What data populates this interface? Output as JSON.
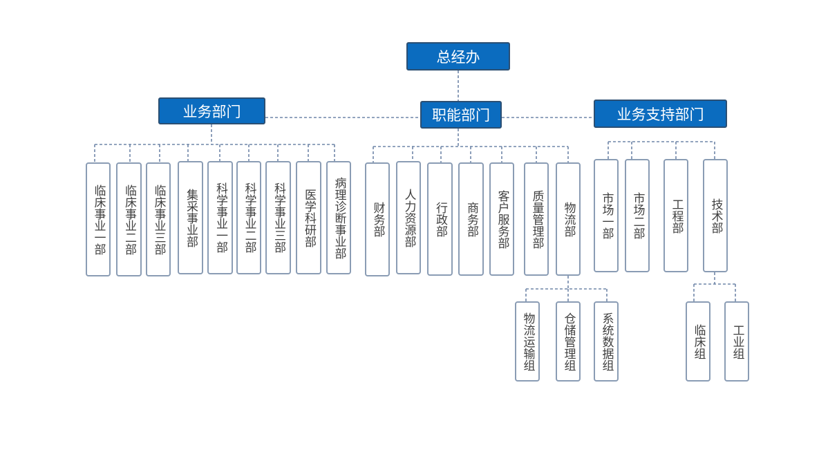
{
  "root": {
    "label": "总经办"
  },
  "groups": {
    "business": {
      "label": "业务部门",
      "children": [
        "临床事业一部",
        "临床事业二部",
        "临床事业三部",
        "集采事业部",
        "科学事业一部",
        "科学事业二部",
        "科学事业三部",
        "医学科研部",
        "病理诊断事业部"
      ]
    },
    "functional": {
      "label": "职能部门",
      "children": [
        "财务部",
        "人力资源部",
        "行政部",
        "商务部",
        "客户服务部",
        "质量管理部",
        "物流部"
      ],
      "logistics_children": [
        "物流运输组",
        "仓储管理组",
        "系统数据组"
      ]
    },
    "support": {
      "label": "业务支持部门",
      "children": [
        "市场一部",
        "市场二部",
        "工程部",
        "技术部"
      ],
      "tech_children": [
        "临床组",
        "工业组"
      ]
    }
  },
  "colors": {
    "header_fill": "#0b6cbf",
    "header_border": "#2b4f73",
    "box_border": "#8a9cb4",
    "connector": "#6f86a8",
    "text": "#3f3f3f"
  }
}
